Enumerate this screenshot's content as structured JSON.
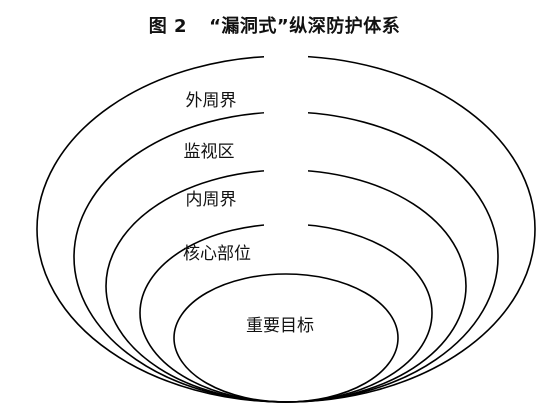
{
  "figure": {
    "number": "图 2",
    "title": "“漏洞式”纵深防护体系"
  },
  "layers": [
    {
      "label": "外周界"
    },
    {
      "label": "监视区"
    },
    {
      "label": "内周界"
    },
    {
      "label": "核心部位"
    },
    {
      "label": "重要目标"
    }
  ]
}
